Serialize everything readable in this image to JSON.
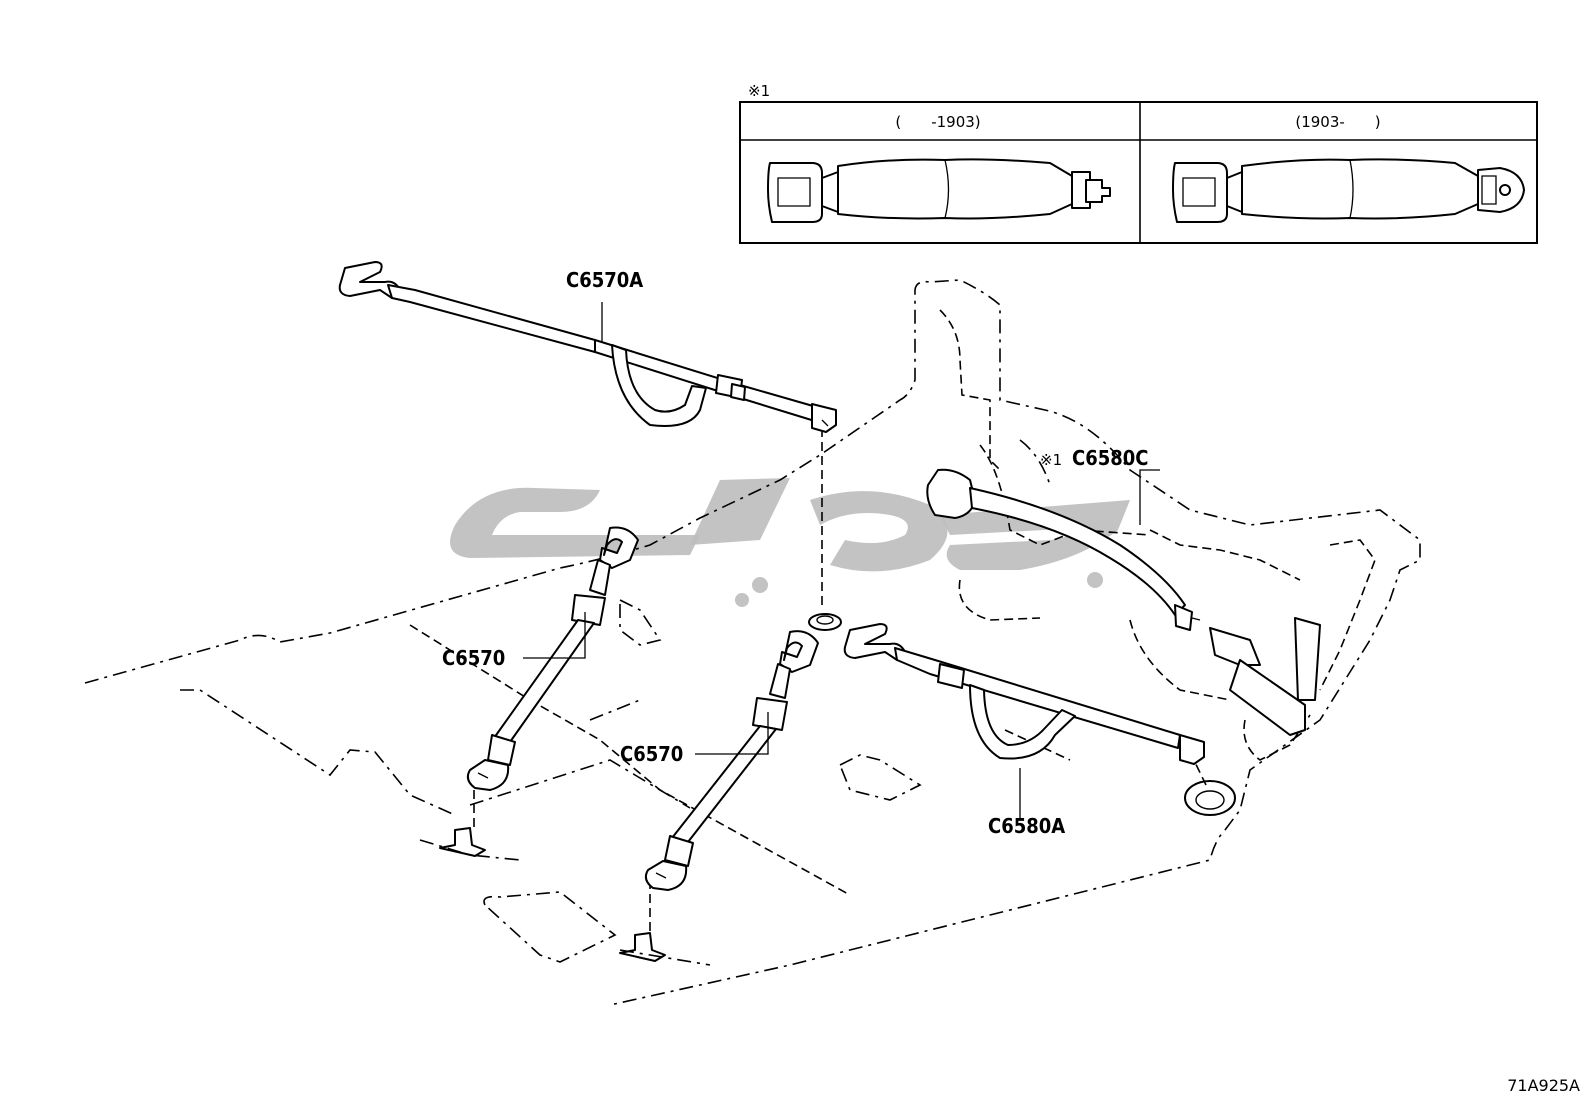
{
  "inset": {
    "note_mark": "※1",
    "col_left": "(　　-1903)",
    "col_right": "(1903-　　)"
  },
  "callouts": {
    "c6570a": "C6570A",
    "c6570_left": "C6570",
    "c6570_right": "C6570",
    "c6580c_prefix": "※1",
    "c6580c": "C6580C",
    "c6580a": "C6580A"
  },
  "figure_code": "71A925A"
}
